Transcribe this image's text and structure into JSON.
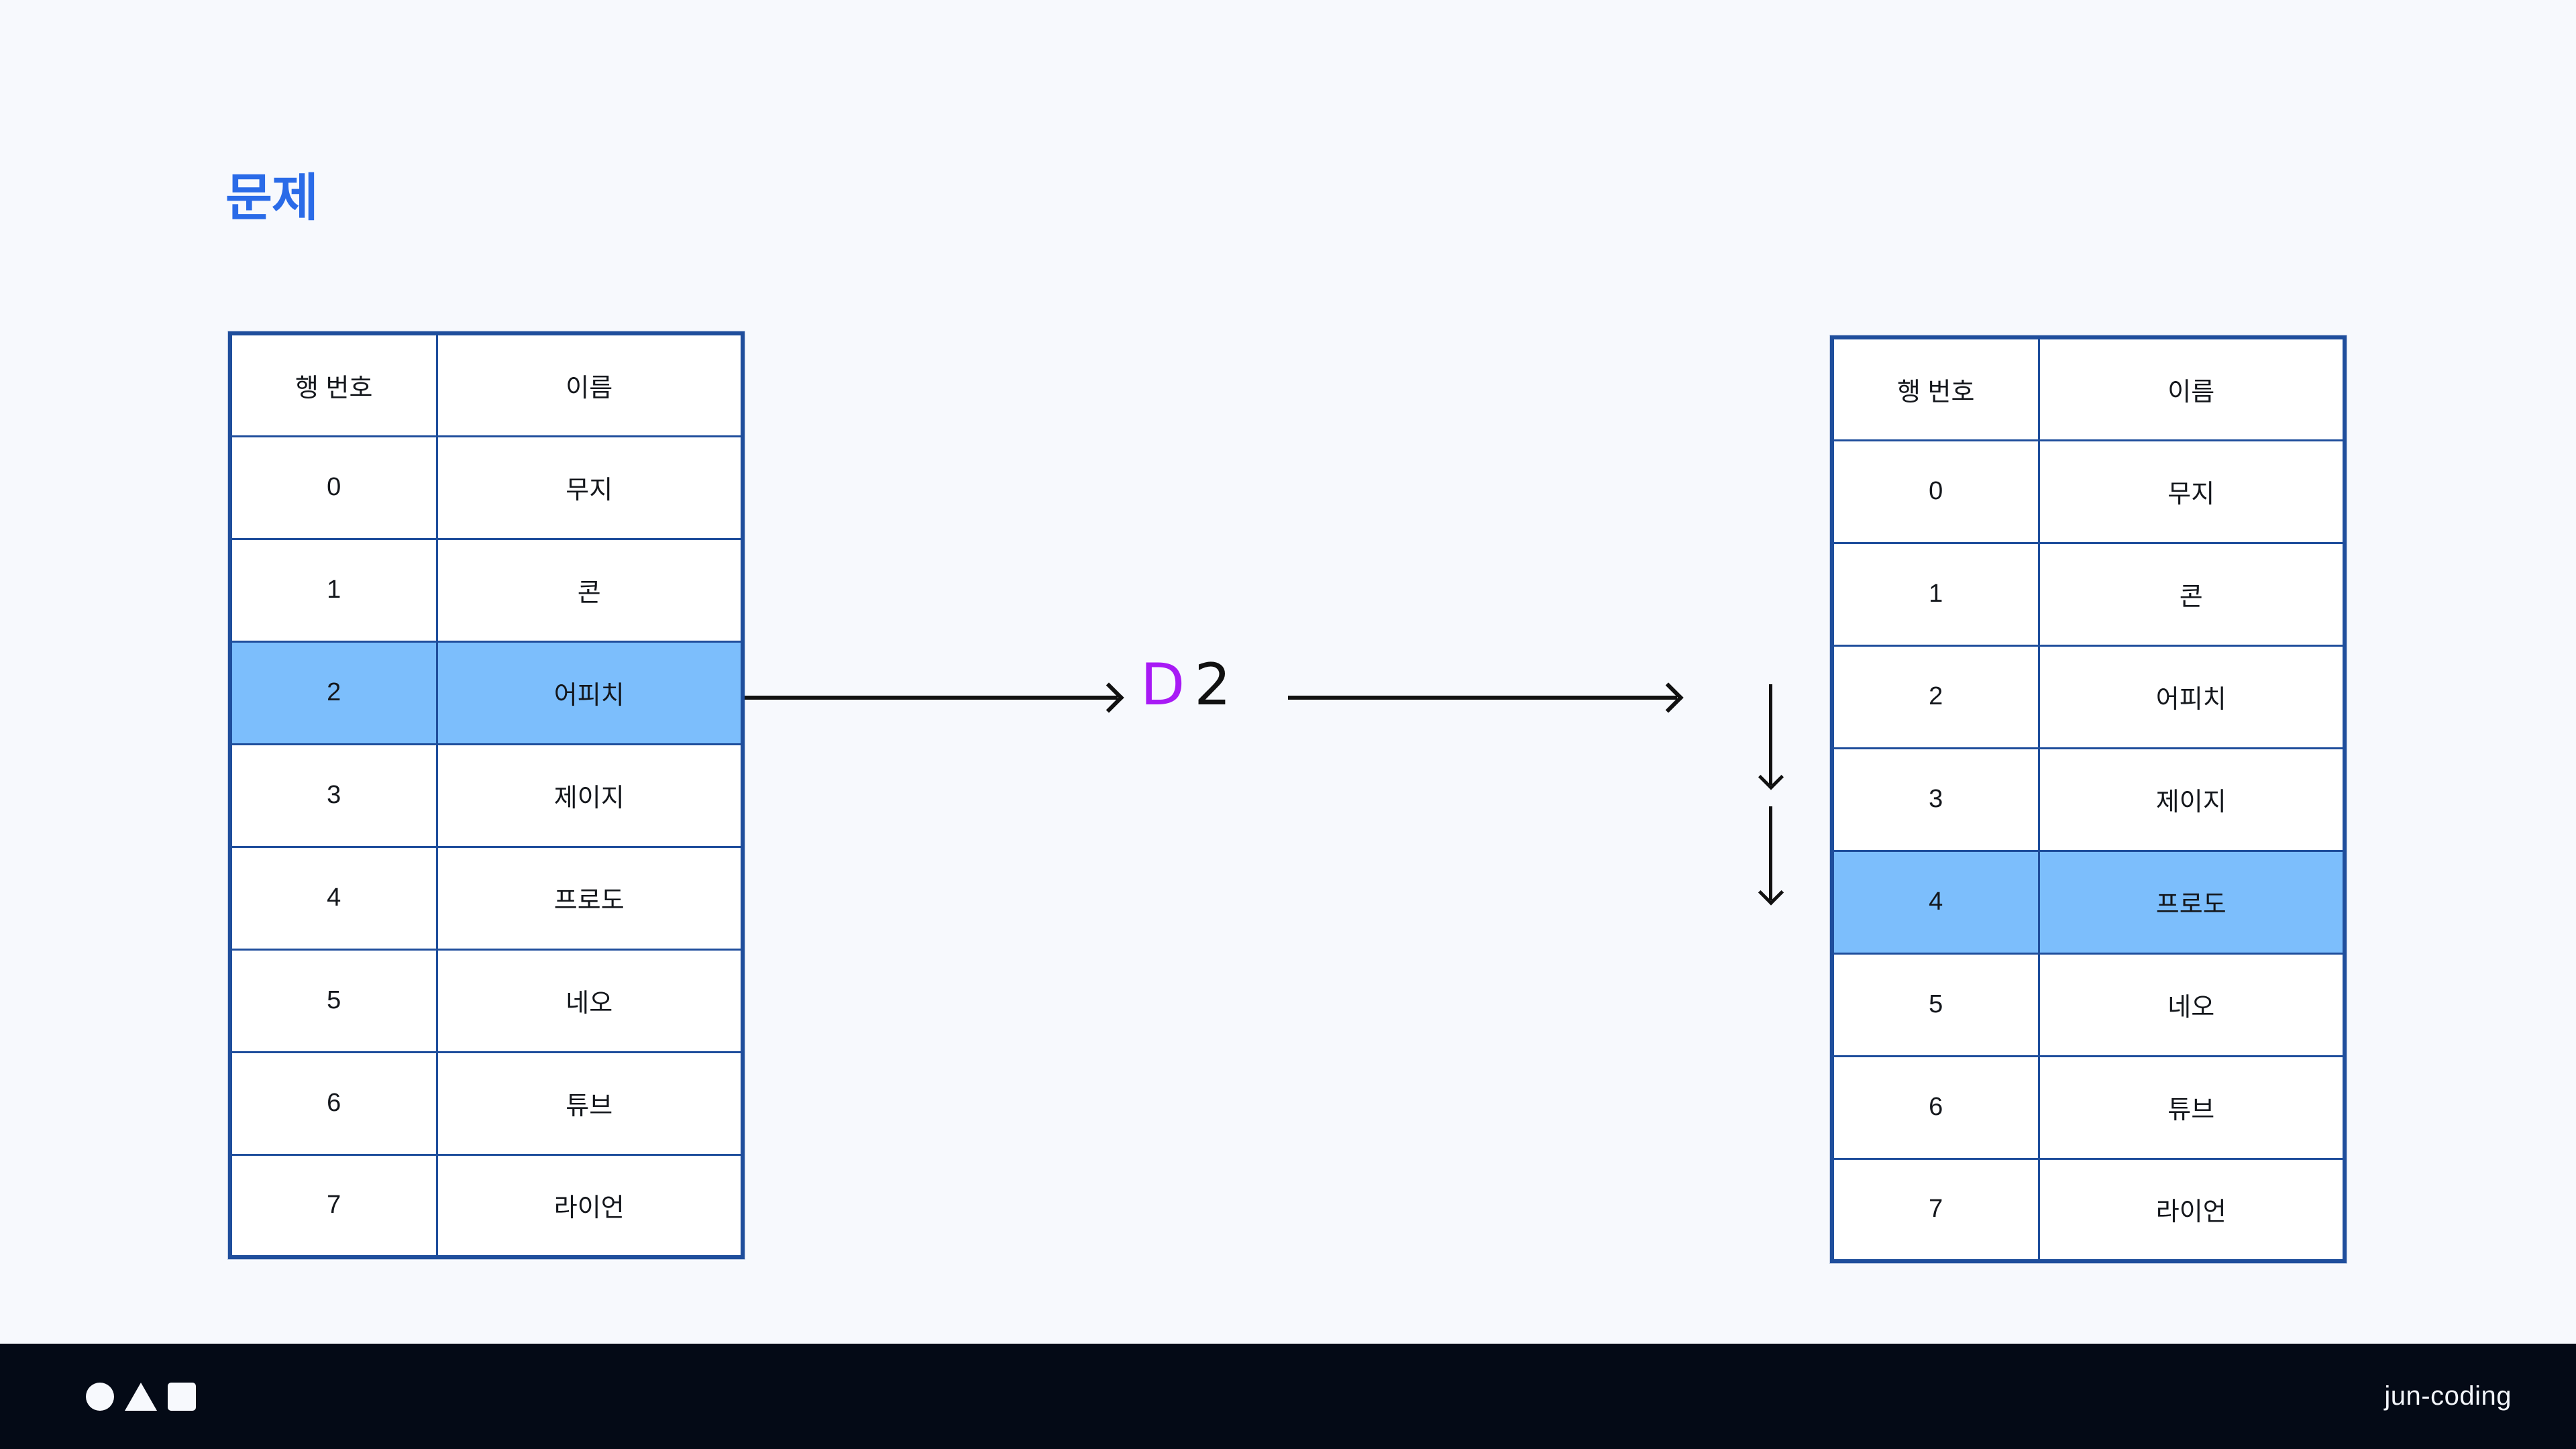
{
  "slide": {
    "title": "문제",
    "background_color": "#F7F9FD",
    "title_color": "#2A6BE8",
    "highlight_color": "#7CBEFC",
    "table_border_color": "#1F4E9C"
  },
  "tables": {
    "left": {
      "name": "before-table",
      "headers": [
        "행 번호",
        "이름"
      ],
      "rows": [
        {
          "num": "0",
          "name": "무지",
          "highlighted": false
        },
        {
          "num": "1",
          "name": "콘",
          "highlighted": false
        },
        {
          "num": "2",
          "name": "어피치",
          "highlighted": true
        },
        {
          "num": "3",
          "name": "제이지",
          "highlighted": false
        },
        {
          "num": "4",
          "name": "프로도",
          "highlighted": false
        },
        {
          "num": "5",
          "name": "네오",
          "highlighted": false
        },
        {
          "num": "6",
          "name": "튜브",
          "highlighted": false
        },
        {
          "num": "7",
          "name": "라이언",
          "highlighted": false
        }
      ]
    },
    "right": {
      "name": "after-table",
      "headers": [
        "행 번호",
        "이름"
      ],
      "rows": [
        {
          "num": "0",
          "name": "무지",
          "highlighted": false
        },
        {
          "num": "1",
          "name": "콘",
          "highlighted": false
        },
        {
          "num": "2",
          "name": "어피치",
          "highlighted": false
        },
        {
          "num": "3",
          "name": "제이지",
          "highlighted": false
        },
        {
          "num": "4",
          "name": "프로도",
          "highlighted": true
        },
        {
          "num": "5",
          "name": "네오",
          "highlighted": false
        },
        {
          "num": "6",
          "name": "튜브",
          "highlighted": false
        },
        {
          "num": "7",
          "name": "라이언",
          "highlighted": false
        }
      ]
    }
  },
  "transform": {
    "operation": "D",
    "operation_color": "#A81AF5",
    "value": "2",
    "value_color": "#111111",
    "shift_steps": 2
  },
  "footer": {
    "brand": "jun-coding",
    "background_color": "#040A16",
    "logo_shapes": [
      "circle",
      "triangle",
      "square"
    ]
  }
}
